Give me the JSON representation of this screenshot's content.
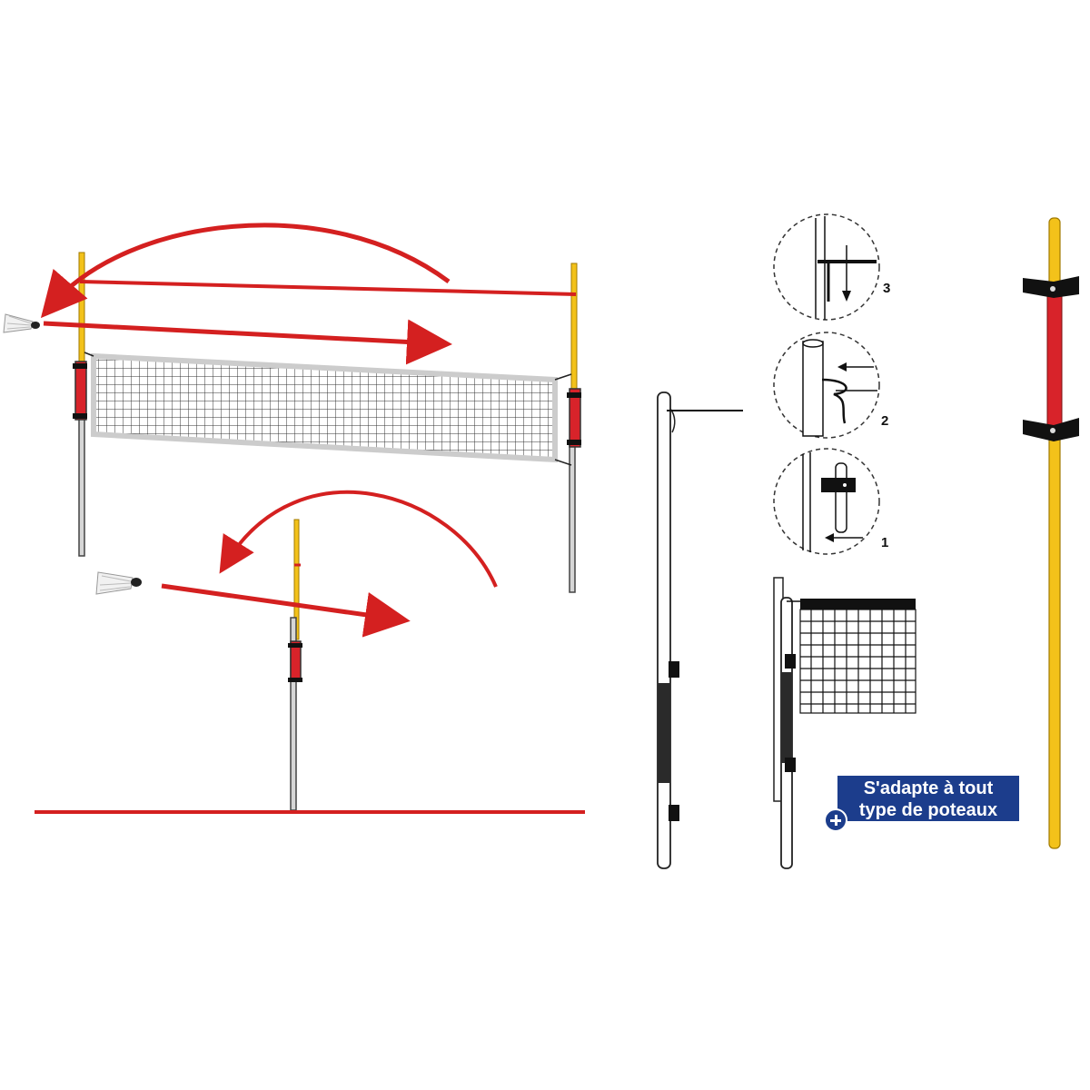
{
  "steps": [
    {
      "number": "3"
    },
    {
      "number": "2"
    },
    {
      "number": "1"
    }
  ],
  "badge": {
    "line1": "S'adapte à tout",
    "line2": "type de poteaux",
    "icon": "plus-icon"
  },
  "colors": {
    "arrow_red": "#d42020",
    "pole_yellow": "#f3c21a",
    "sleeve_red": "#d8232a",
    "badge_blue": "#1c3d8c"
  }
}
